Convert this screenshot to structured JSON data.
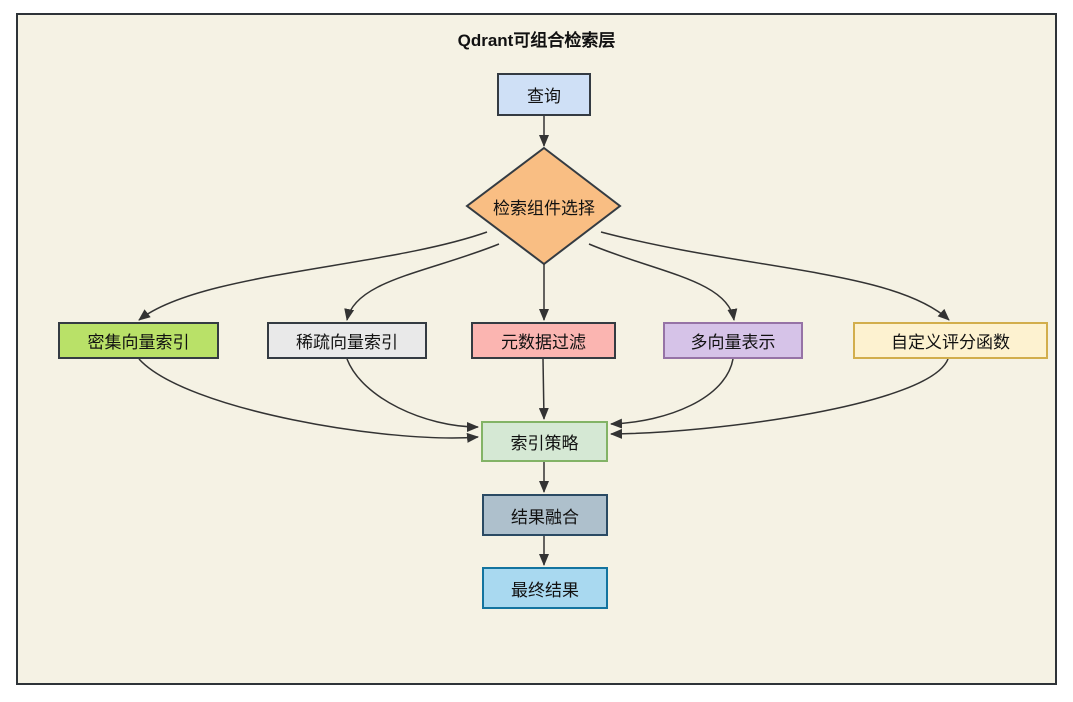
{
  "diagram": {
    "title": "Qdrant可组合检索层",
    "type": "flowchart",
    "canvas_bg": "#f5f2e4",
    "frame_border": "#2e3338",
    "edge_color": "#333333",
    "nodes": {
      "query": {
        "label": "查询",
        "shape": "rect",
        "fill": "#cfe0f6",
        "border": "#343b42"
      },
      "selector": {
        "label": "检索组件选择",
        "shape": "diamond",
        "fill": "#f9be83",
        "border": "#343b42"
      },
      "dense": {
        "label": "密集向量索引",
        "shape": "rect",
        "fill": "#b9e168",
        "border": "#343b42"
      },
      "sparse": {
        "label": "稀疏向量索引",
        "shape": "rect",
        "fill": "#e9e9e9",
        "border": "#343b42"
      },
      "metadata": {
        "label": "元数据过滤",
        "shape": "rect",
        "fill": "#fbb5b1",
        "border": "#343b42"
      },
      "multivector": {
        "label": "多向量表示",
        "shape": "rect",
        "fill": "#d6c3e8",
        "border": "#9673a6"
      },
      "scoring": {
        "label": "自定义评分函数",
        "shape": "rect",
        "fill": "#fdf2d0",
        "border": "#d2ae4c"
      },
      "strategy": {
        "label": "索引策略",
        "shape": "rect",
        "fill": "#d5e8d4",
        "border": "#82b366"
      },
      "fusion": {
        "label": "结果融合",
        "shape": "rect",
        "fill": "#aec0cc",
        "border": "#2a4a63"
      },
      "final": {
        "label": "最终结果",
        "shape": "rect",
        "fill": "#a9d9f0",
        "border": "#13749f"
      }
    },
    "edges": [
      {
        "from": "查询",
        "to": "检索组件选择"
      },
      {
        "from": "检索组件选择",
        "to": "密集向量索引"
      },
      {
        "from": "检索组件选择",
        "to": "稀疏向量索引"
      },
      {
        "from": "检索组件选择",
        "to": "元数据过滤"
      },
      {
        "from": "检索组件选择",
        "to": "多向量表示"
      },
      {
        "from": "检索组件选择",
        "to": "自定义评分函数"
      },
      {
        "from": "密集向量索引",
        "to": "索引策略"
      },
      {
        "from": "稀疏向量索引",
        "to": "索引策略"
      },
      {
        "from": "元数据过滤",
        "to": "索引策略"
      },
      {
        "from": "多向量表示",
        "to": "索引策略"
      },
      {
        "from": "自定义评分函数",
        "to": "索引策略"
      },
      {
        "from": "索引策略",
        "to": "结果融合"
      },
      {
        "from": "结果融合",
        "to": "最终结果"
      }
    ]
  }
}
